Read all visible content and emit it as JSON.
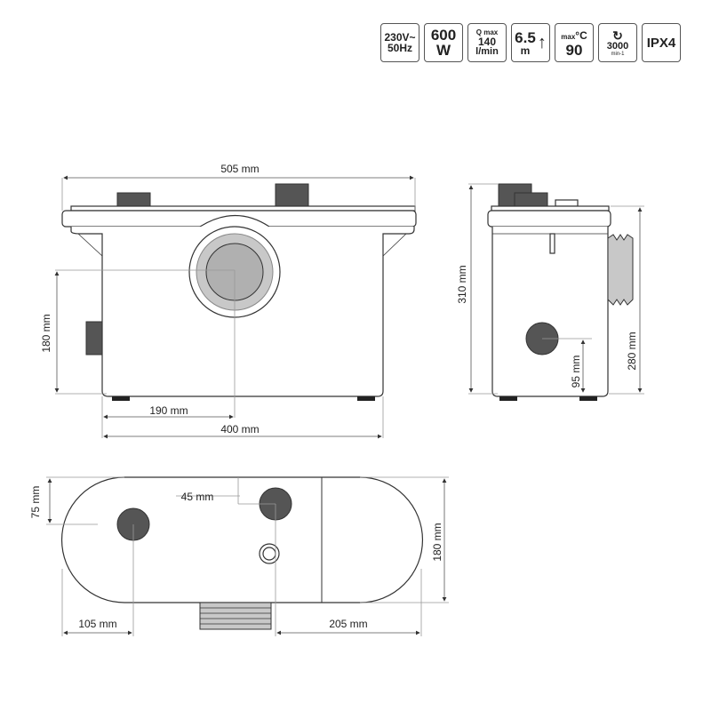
{
  "specs": [
    {
      "line1": "230V~",
      "line2": "50Hz"
    },
    {
      "line1": "600",
      "line2": "W"
    },
    {
      "top": "Q max",
      "line1": "140",
      "line2": "l/min"
    },
    {
      "line1": "6.5",
      "line2": "m",
      "icon": "arrow-up-icon"
    },
    {
      "top": "max",
      "unit": "°C",
      "line2": "90"
    },
    {
      "icon": "rotation-arrow-icon",
      "line1": "3000",
      "sub": "min-1"
    },
    {
      "line1": "IPX4"
    }
  ],
  "front_view": {
    "width": "505 mm",
    "height_outlet": "180 mm",
    "outlet_offset": "190 mm",
    "base_width": "400 mm"
  },
  "side_view": {
    "height_total": "310 mm",
    "height_body": "280 mm",
    "inlet_height": "95 mm"
  },
  "top_view": {
    "depth_offset": "75 mm",
    "inlet_offset": "45 mm",
    "depth": "180 mm",
    "left_offset": "105 mm",
    "right_offset": "205 mm"
  }
}
